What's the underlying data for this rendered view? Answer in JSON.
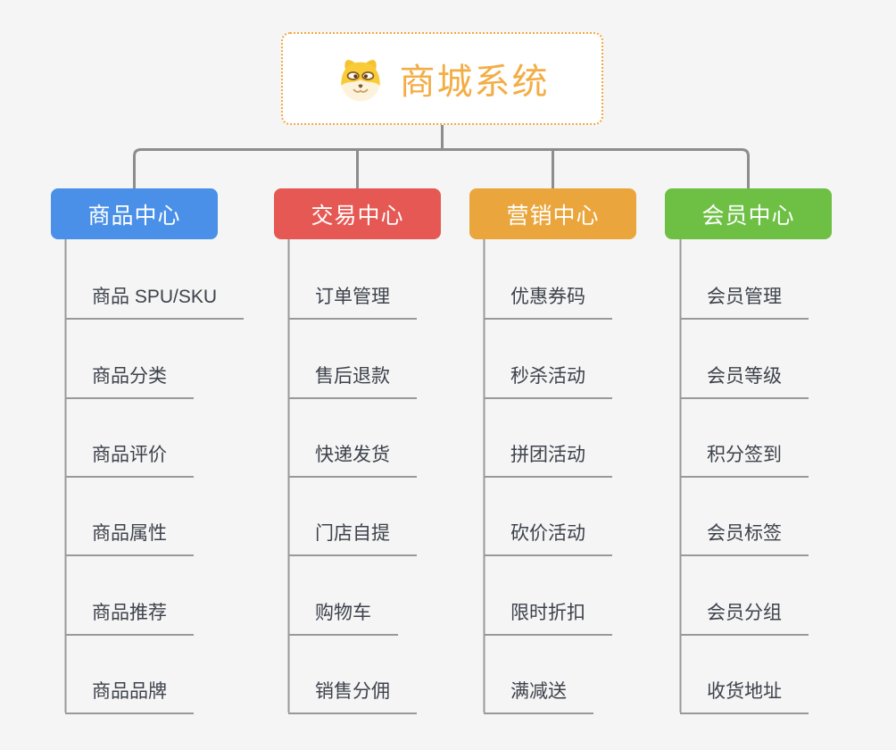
{
  "root": {
    "title": "商城系统",
    "icon": "doge-icon",
    "border_color": "#f3a73e",
    "title_color": "#f3ad45"
  },
  "branches": [
    {
      "label": "商品中心",
      "color": "#4a90e8",
      "items": [
        "商品 SPU/SKU",
        "商品分类",
        "商品评价",
        "商品属性",
        "商品推荐",
        "商品品牌"
      ]
    },
    {
      "label": "交易中心",
      "color": "#e65853",
      "items": [
        "订单管理",
        "售后退款",
        "快递发货",
        "门店自提",
        "购物车",
        "销售分佣"
      ]
    },
    {
      "label": "营销中心",
      "color": "#eaa63d",
      "items": [
        "优惠券码",
        "秒杀活动",
        "拼团活动",
        "砍价活动",
        "限时折扣",
        "满减送"
      ]
    },
    {
      "label": "会员中心",
      "color": "#6ec044",
      "items": [
        "会员管理",
        "会员等级",
        "积分签到",
        "会员标签",
        "会员分组",
        "收货地址"
      ]
    }
  ],
  "colors": {
    "background": "#f5f5f5",
    "connector": "#8d8d8d",
    "leaf_underline": "#999999",
    "leaf_text": "#3d424b"
  }
}
